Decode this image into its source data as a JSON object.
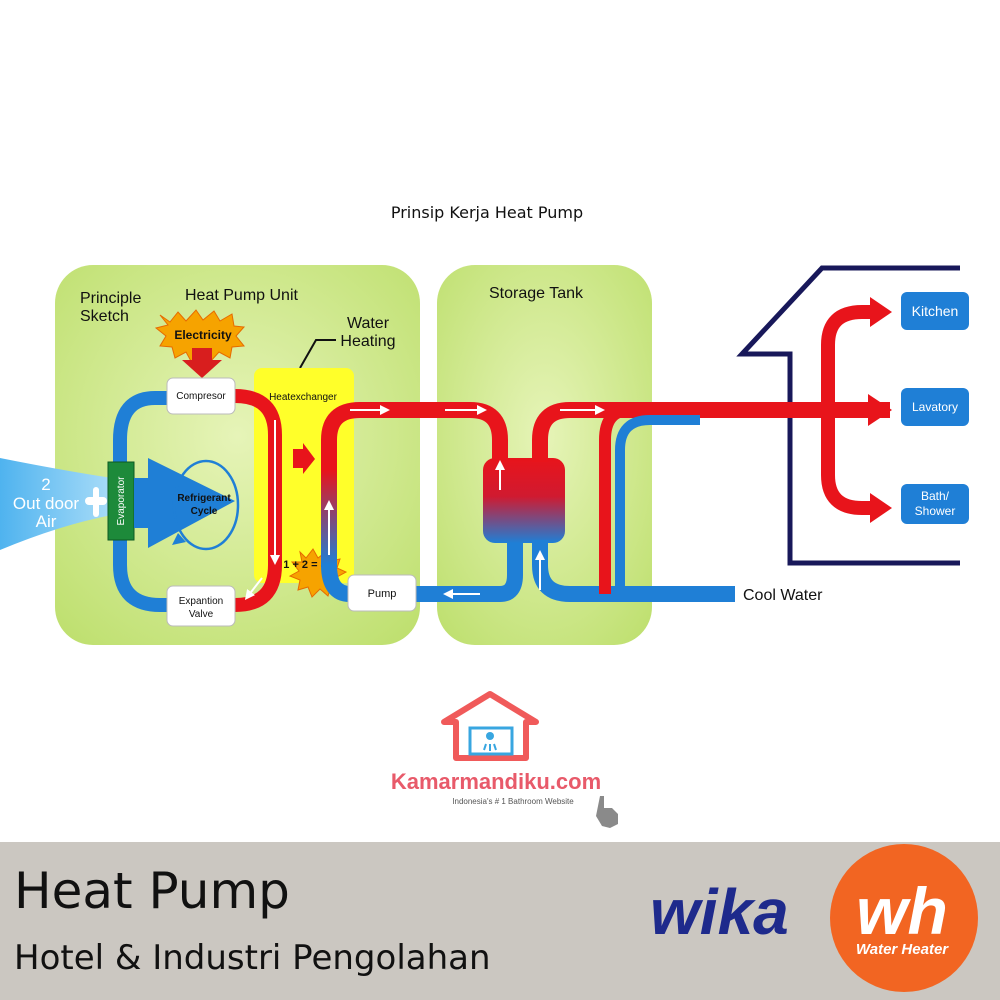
{
  "diagram": {
    "title": "Prinsip Kerja Heat Pump",
    "principle_sketch_line1": "Principle",
    "principle_sketch_line2": "Sketch",
    "heat_pump_unit": "Heat Pump Unit",
    "storage_tank": "Storage Tank",
    "water_heating_line1": "Water",
    "water_heating_line2": "Heating",
    "electricity": "Electricity",
    "compresor": "Compresor",
    "heatexchanger": "Heatexchanger",
    "evaporator": "Evaporator",
    "refrigerant_line1": "Refrigerant",
    "refrigerant_line2": "Cycle",
    "outdoor_line1": "2",
    "outdoor_line2": "Out door",
    "outdoor_line3": "Air",
    "expansion_line1": "Expantion",
    "expansion_line2": "Valve",
    "equation": "1 + 2 = 3",
    "pump": "Pump",
    "cool_water": "Cool Water",
    "kitchen": "Kitchen",
    "lavatory": "Lavatory",
    "bath_line1": "Bath/",
    "bath_line2": "Shower"
  },
  "watermark": {
    "brand": "Kamarmandiku.com",
    "tagline": "Indonesia's # 1 Bathroom Website"
  },
  "footer": {
    "title": "Heat Pump",
    "subtitle": "Hotel & Industri Pengolahan",
    "logo_text": "wika",
    "logo_badge": "wh",
    "logo_badge_sub": "Water Heater"
  },
  "colors": {
    "panel_green": "#cfe98a",
    "hot_red": "#e8141b",
    "cold_blue": "#1f7fd6",
    "house_navy": "#18185a",
    "badge_orange": "#f26522"
  }
}
